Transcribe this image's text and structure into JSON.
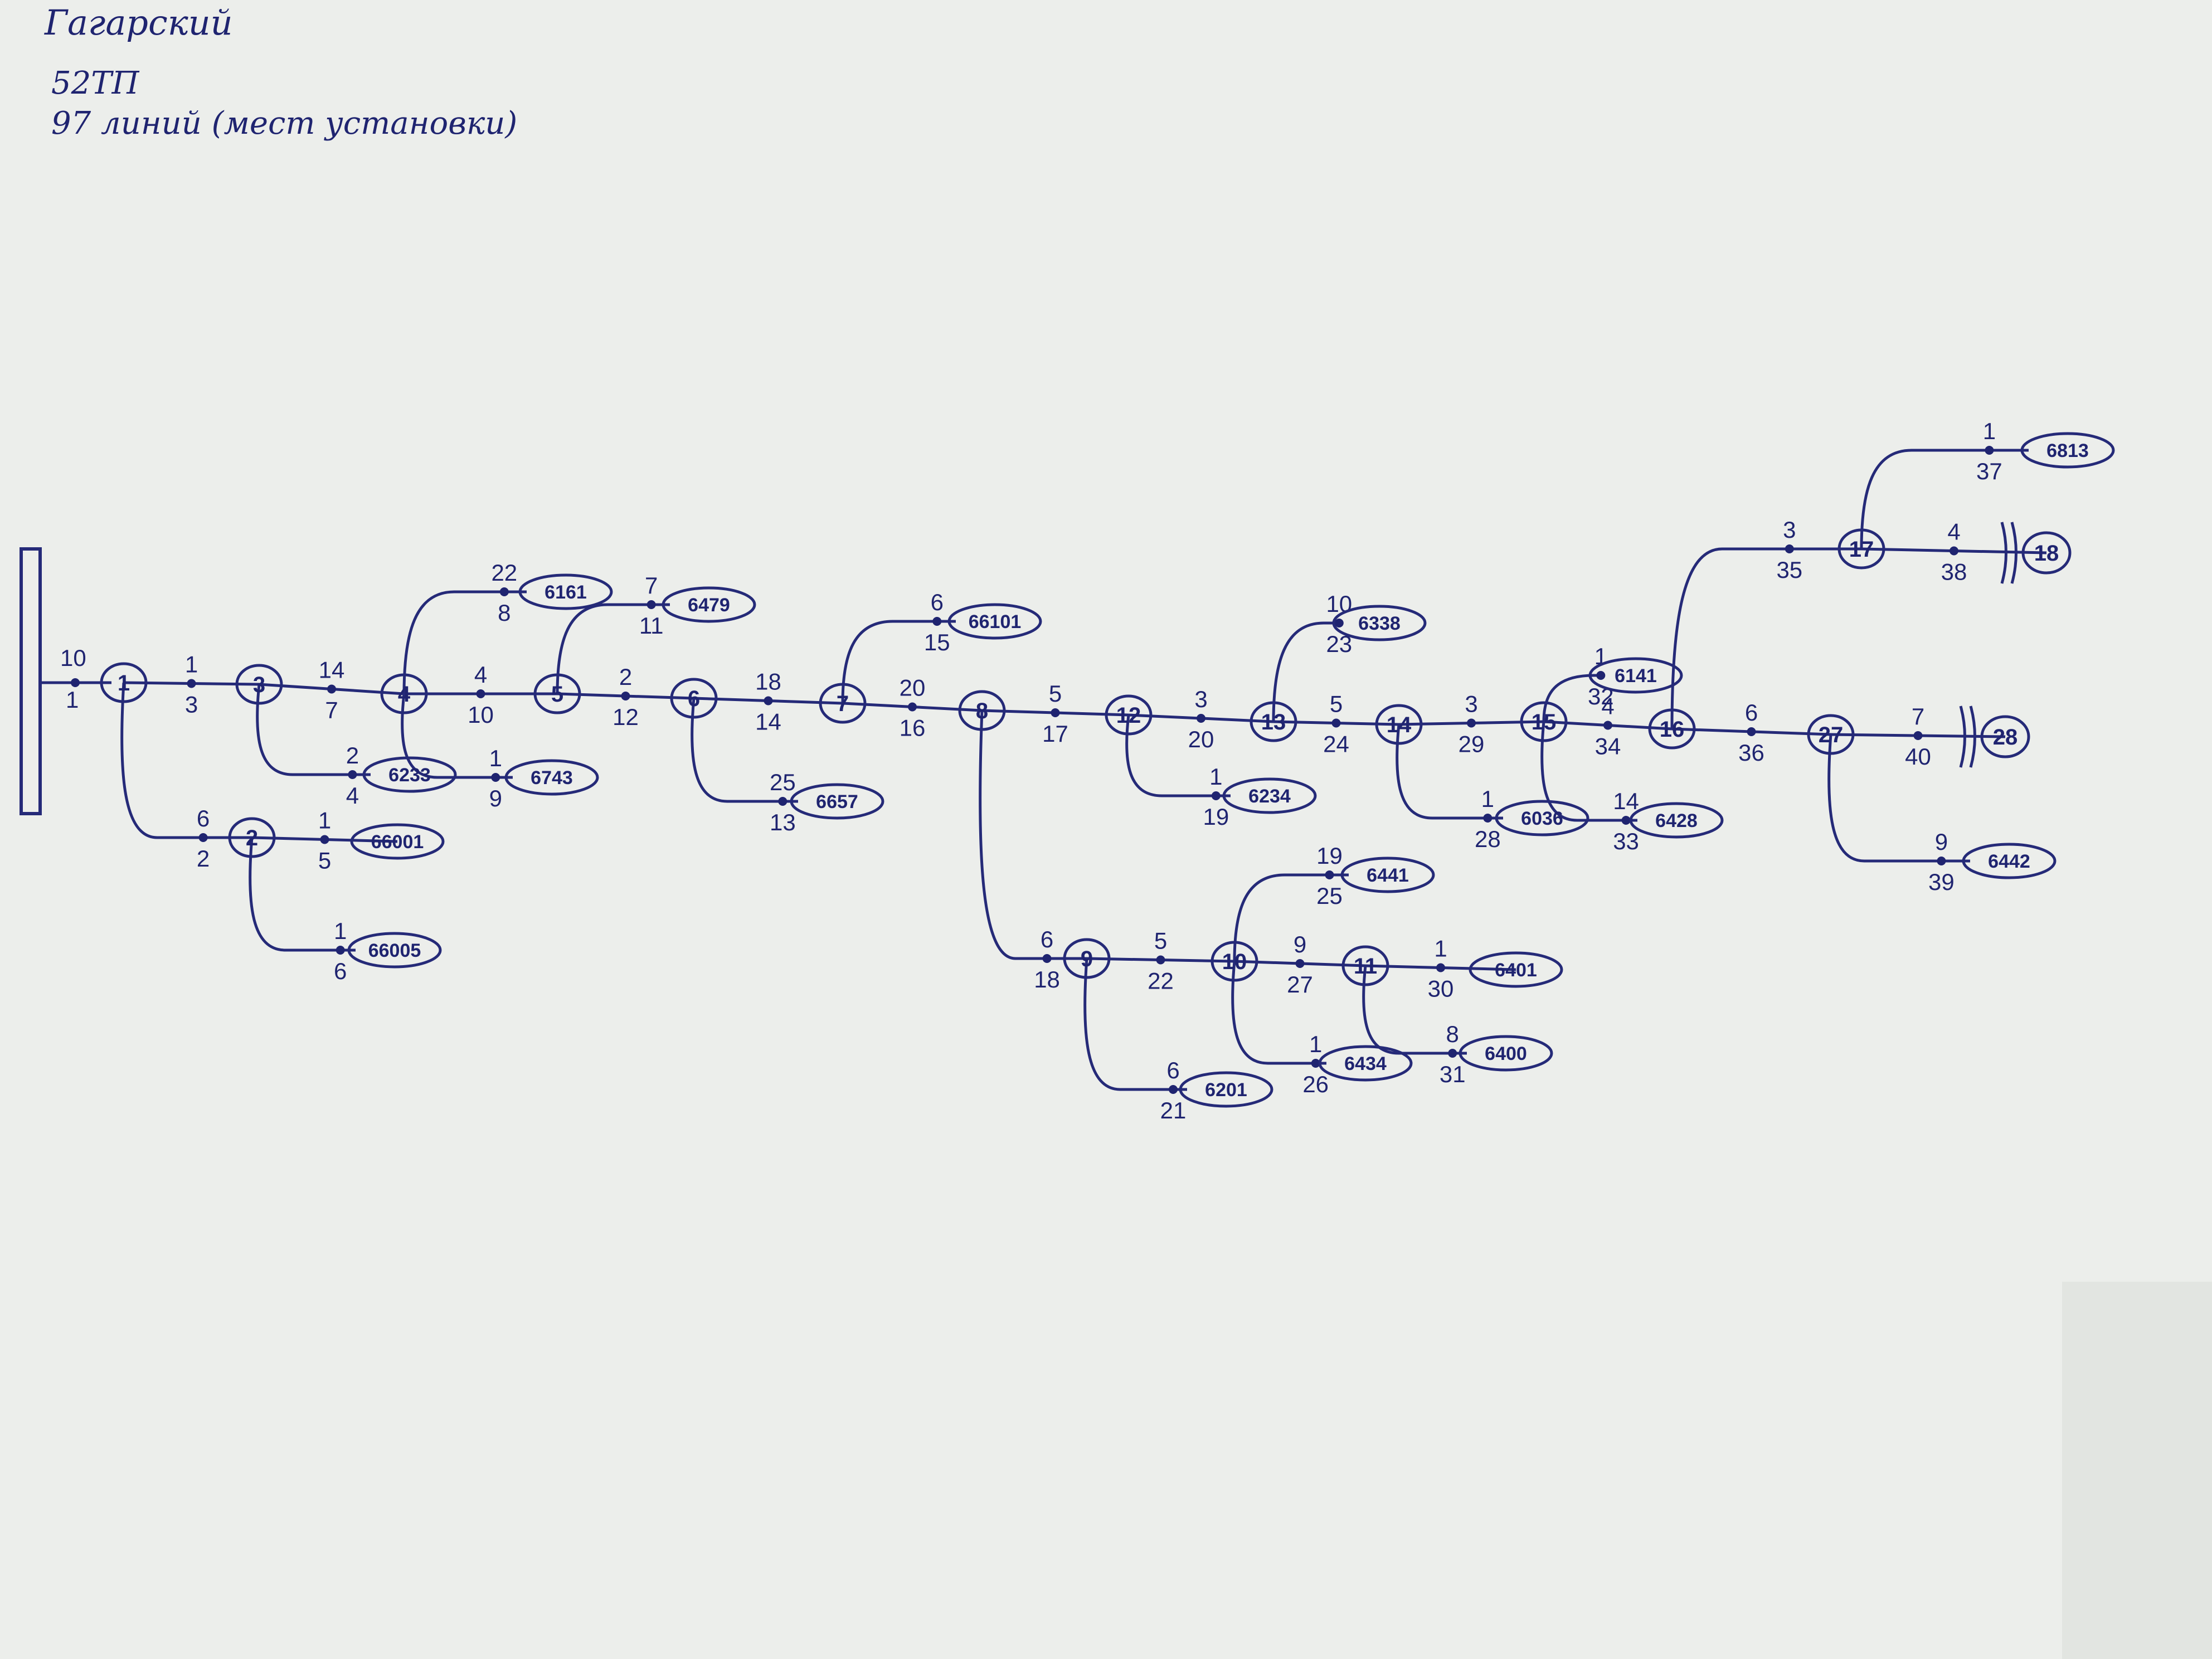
{
  "header": {
    "line1": "Гагарский",
    "line2": "52ТП",
    "line3": "97 линий (мест установки)"
  },
  "diagram": {
    "source": {
      "top_label": "10",
      "bottom_label": "1"
    },
    "nodes": [
      "1",
      "2",
      "3",
      "4",
      "5",
      "6",
      "7",
      "8",
      "9",
      "10",
      "11",
      "12",
      "13",
      "14",
      "15",
      "16",
      "17",
      "27"
    ],
    "external_refs": [
      "18",
      "28"
    ],
    "meters": [
      "6161",
      "6479",
      "66101",
      "6338",
      "6813",
      "6233",
      "6743",
      "6657",
      "66001",
      "66005",
      "6234",
      "6036",
      "6141",
      "6428",
      "6442",
      "6441",
      "6401",
      "6400",
      "6434",
      "6201"
    ],
    "spans": [
      {
        "a": "1",
        "b": "3",
        "top": "1",
        "bottom": "3"
      },
      {
        "a": "3",
        "b": "4",
        "top": "14",
        "bottom": "7"
      },
      {
        "a": "4",
        "b": "5",
        "top": "4",
        "bottom": "10"
      },
      {
        "a": "5",
        "b": "6",
        "top": "2",
        "bottom": "12"
      },
      {
        "a": "6",
        "b": "7",
        "top": "18",
        "bottom": "14"
      },
      {
        "a": "7",
        "b": "8",
        "top": "20",
        "bottom": "16"
      },
      {
        "a": "8",
        "b": "12",
        "top": "5",
        "bottom": "17"
      },
      {
        "a": "12",
        "b": "13",
        "top": "3",
        "bottom": "20"
      },
      {
        "a": "13",
        "b": "14",
        "top": "5",
        "bottom": "24"
      },
      {
        "a": "14",
        "b": "15",
        "top": "3",
        "bottom": "29"
      },
      {
        "a": "15",
        "b": "16",
        "top": "4",
        "bottom": "34"
      },
      {
        "a": "16",
        "b": "27",
        "top": "6",
        "bottom": "36"
      },
      {
        "a": "27",
        "b": "28",
        "top": "7",
        "bottom": "40"
      },
      {
        "a": "16",
        "b": "17",
        "top": "3",
        "bottom": "35"
      },
      {
        "a": "17",
        "b": "18",
        "top": "4",
        "bottom": "38"
      },
      {
        "a": "17",
        "b": "6813",
        "top": "1",
        "bottom": "37"
      },
      {
        "a": "1",
        "b": "2",
        "top": "6",
        "bottom": "2"
      },
      {
        "a": "2",
        "b": "66001",
        "top": "1",
        "bottom": "5"
      },
      {
        "a": "2",
        "b": "66005",
        "top": "1",
        "bottom": "6"
      },
      {
        "a": "3",
        "b": "6233",
        "top": "2",
        "bottom": "4"
      },
      {
        "a": "4",
        "b": "6161",
        "top": "22",
        "bottom": "8"
      },
      {
        "a": "4",
        "b": "6743",
        "top": "1",
        "bottom": "9"
      },
      {
        "a": "5",
        "b": "6479",
        "top": "7",
        "bottom": "11"
      },
      {
        "a": "6",
        "b": "6657",
        "top": "25",
        "bottom": "13"
      },
      {
        "a": "7",
        "b": "66101",
        "top": "6",
        "bottom": "15"
      },
      {
        "a": "8",
        "b": "9",
        "top": "6",
        "bottom": "18"
      },
      {
        "a": "9",
        "b": "10",
        "top": "5",
        "bottom": "22"
      },
      {
        "a": "9",
        "b": "6201",
        "top": "6",
        "bottom": "21"
      },
      {
        "a": "10",
        "b": "11",
        "top": "9",
        "bottom": "27"
      },
      {
        "a": "10",
        "b": "6441",
        "top": "19",
        "bottom": "25"
      },
      {
        "a": "10",
        "b": "6434",
        "top": "1",
        "bottom": "26"
      },
      {
        "a": "11",
        "b": "6401",
        "top": "1",
        "bottom": "30"
      },
      {
        "a": "11",
        "b": "6400",
        "top": "8",
        "bottom": "31"
      },
      {
        "a": "12",
        "b": "6234",
        "top": "1",
        "bottom": "19"
      },
      {
        "a": "13",
        "b": "6338",
        "top": "10",
        "bottom": "23"
      },
      {
        "a": "14",
        "b": "6036",
        "top": "1",
        "bottom": "28"
      },
      {
        "a": "15",
        "b": "6141",
        "top": "1",
        "bottom": "32"
      },
      {
        "a": "15",
        "b": "6428",
        "top": "14",
        "bottom": "33"
      },
      {
        "a": "27",
        "b": "6442",
        "top": "9",
        "bottom": "39"
      }
    ]
  }
}
